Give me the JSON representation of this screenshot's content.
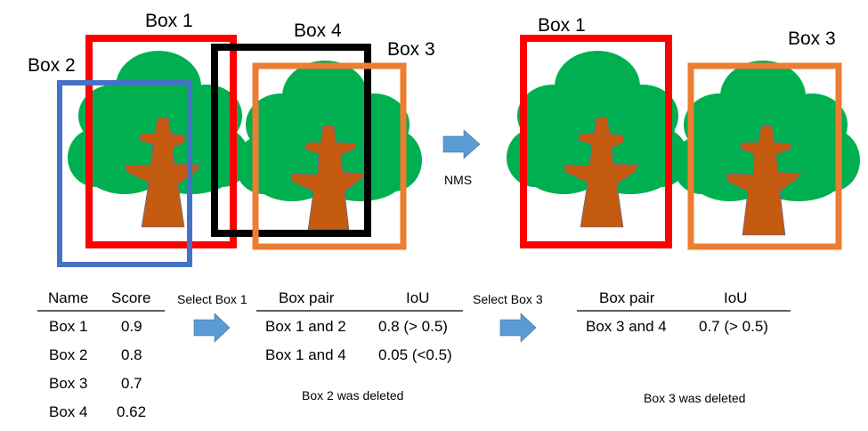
{
  "colors": {
    "canopy": "#00b050",
    "trunk": "#c55a11",
    "box1": "#ff0000",
    "box2": "#4472c4",
    "box3": "#ed7d31",
    "box4": "#000000",
    "arrow": "#5b9bd5"
  },
  "before": {
    "labels": {
      "box1": "Box 1",
      "box2": "Box 2",
      "box3": "Box 3",
      "box4": "Box 4"
    }
  },
  "nms_step": {
    "label": "NMS",
    "icon": "right-arrow-icon"
  },
  "after": {
    "labels": {
      "box1": "Box 1",
      "box3": "Box 3"
    }
  },
  "score_table": {
    "headers": [
      "Name",
      "Score"
    ],
    "rows": [
      {
        "name": "Box 1",
        "score": "0.9"
      },
      {
        "name": "Box 2",
        "score": "0.8"
      },
      {
        "name": "Box 3",
        "score": "0.7"
      },
      {
        "name": "Box 4",
        "score": "0.62"
      }
    ]
  },
  "step1": {
    "label": "Select Box 1",
    "headers": [
      "Box pair",
      "IoU"
    ],
    "rows": [
      {
        "pair": "Box 1 and 2",
        "iou": "0.8 (> 0.5)"
      },
      {
        "pair": "Box 1 and 4",
        "iou": "0.05 (<0.5)"
      }
    ],
    "note": "Box 2 was deleted"
  },
  "step2": {
    "label": "Select Box 3",
    "headers": [
      "Box pair",
      "IoU"
    ],
    "rows": [
      {
        "pair": "Box 3 and 4",
        "iou": "0.7 (> 0.5)"
      }
    ],
    "note": "Box 3 was deleted"
  }
}
